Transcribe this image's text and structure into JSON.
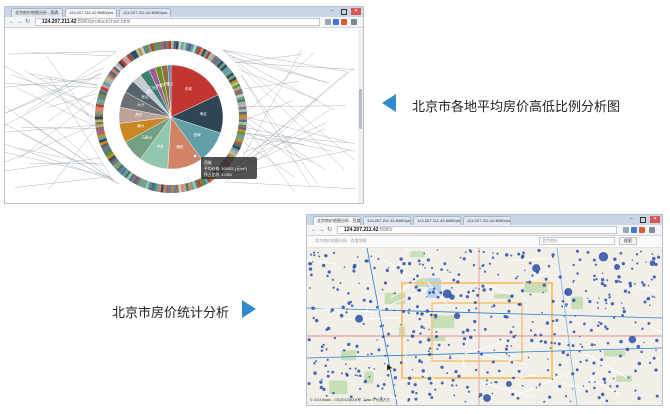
{
  "top_window": {
    "tabs": [
      {
        "label": "北京房价地图分析 - 图表...",
        "active": false
      },
      {
        "label": "124.207.211.42:8080/pro...",
        "active": true
      },
      {
        "label": "124.207.211.42:8080/pro...",
        "active": false
      }
    ],
    "url_host": "124.207.211.42",
    "url_path": ":8080/product/chart.html",
    "tooltip": {
      "title": "西城",
      "line1": "平均价格: 105521 (元/m²)",
      "line2": "所占比例: 3.03%"
    },
    "pie_labels": [
      "东城",
      "海淀",
      "西城",
      "朝阳",
      "丰台",
      "石景山",
      "通州",
      "昌平",
      "大兴",
      "房山",
      "顺义",
      "门头沟",
      "怀柔",
      "延庆",
      "平谷",
      "密云"
    ],
    "pie_colors": [
      "#c23531",
      "#2f4554",
      "#61a0a8",
      "#d48265",
      "#91c7ae",
      "#749f83",
      "#ca8622",
      "#bda29a",
      "#6e7074",
      "#546570",
      "#c4ccd3",
      "#3f7f6f",
      "#a45a9a",
      "#6b8e23",
      "#8b6f47",
      "#5b7fa6"
    ]
  },
  "captions": {
    "top": "北京市各地平均房价高低比例分析图",
    "bottom": "北京市房价统计分析"
  },
  "colors": {
    "arrow": "#2e8bd0",
    "map_dot": "#2a4ea8",
    "map_bg": "#f1efe8"
  },
  "map_window": {
    "tabs": [
      {
        "label": "北京房价地图分析 - 百度...",
        "active": true
      },
      {
        "label": "124.207.211.42:8080/pro...",
        "active": false
      },
      {
        "label": "124.207.211.42:8080/pro...",
        "active": false
      },
      {
        "label": "124.207.211.42:8080/pro...",
        "active": false
      }
    ],
    "url_host": "124.207.211.42",
    "url_path": ":8080/",
    "page_title": "北京房价地图分析 - 百度地图",
    "search_placeholder": "北京房价",
    "search_button": "搜索",
    "footer": "© 2014 Baidu - GS(2012)6003号 - Data © 长地万方"
  }
}
